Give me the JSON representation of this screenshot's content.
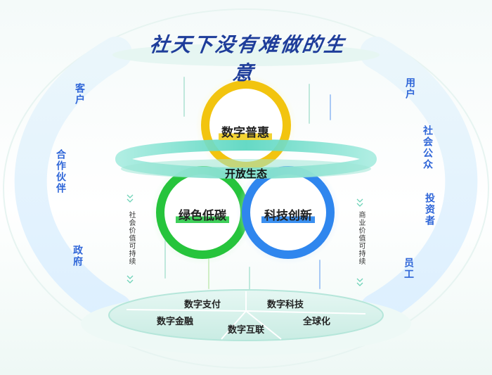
{
  "title": "社天下没有难做的生意",
  "left_arc": [
    "客户",
    "合作伙伴",
    "政府"
  ],
  "right_arc": [
    "用户",
    "社会公众",
    "投资者",
    "员工"
  ],
  "left_side_note": "社会价值可持续",
  "right_side_note": "商业价值可持续",
  "circles": {
    "top": "数字普惠",
    "left": "绿色低碳",
    "right": "科技创新"
  },
  "ring_label": "开放生态",
  "base": [
    "数字支付",
    "数字科技",
    "数字金融",
    "数字互联",
    "全球化"
  ],
  "colors": {
    "yellow": "#f2c40f",
    "green": "#26c43c",
    "blue": "#2f86ee",
    "teal": "#5fd3c0",
    "arc_text": "#2f66d8"
  }
}
